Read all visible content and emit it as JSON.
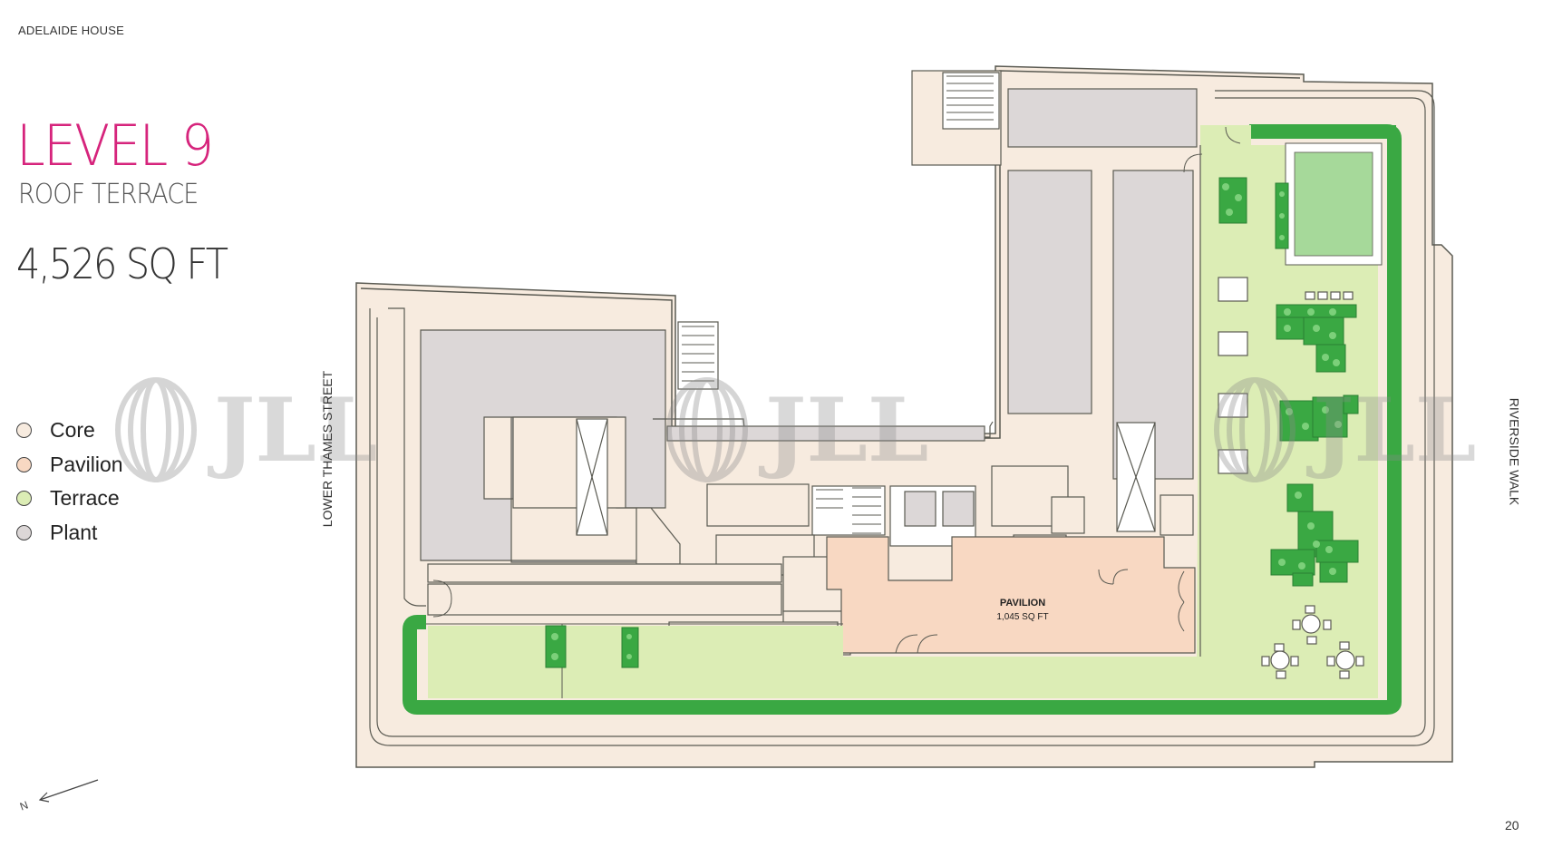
{
  "header": {
    "building_name": "ADELAIDE HOUSE"
  },
  "heading": {
    "title": "LEVEL 9",
    "subtitle": "ROOF TERRACE",
    "area": "4,526 SQ FT"
  },
  "legend": [
    {
      "label": "Core",
      "color": "#f7ebdf"
    },
    {
      "label": "Pavilion",
      "color": "#f8d8c2"
    },
    {
      "label": "Terrace",
      "color": "#dcedb5"
    },
    {
      "label": "Plant",
      "color": "#dcd7d7"
    }
  ],
  "streets": {
    "west": "LOWER THAMES STREET",
    "east": "RIVERSIDE WALK"
  },
  "pavilion": {
    "name": "PAVILION",
    "area": "1,045 SQ FT"
  },
  "compass": {
    "letter": "N"
  },
  "watermark": {
    "text": "JLL"
  },
  "page_number": "20",
  "colors": {
    "accent": "#d6247c",
    "core": "#f7ebdf",
    "pavilion": "#f8d8c2",
    "terrace": "#dcedb5",
    "plant": "#dcd7d7",
    "planting_border": "#3aa843",
    "pool": "#a6d99a",
    "walls": "#5a5a52"
  }
}
